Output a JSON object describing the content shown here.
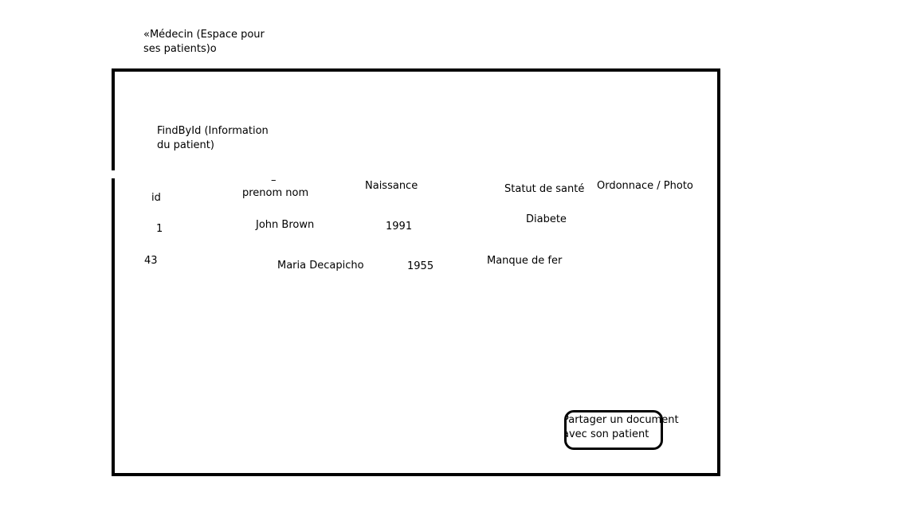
{
  "page": {
    "caption_line1": "«Médecin (Espace pour",
    "caption_line2": "ses patients)o"
  },
  "panel": {
    "title_line1": "FindById (Information",
    "title_line2": "du patient)"
  },
  "table": {
    "headers": {
      "id": "id",
      "name_mark": "–",
      "name": "prenom nom",
      "birth": "Naissance",
      "health": "Statut de santé",
      "prescription": "Ordonnace / Photo"
    },
    "rows": [
      {
        "id": "1",
        "name": "John Brown",
        "birth": "1991",
        "health": "Diabete"
      },
      {
        "id": "43",
        "name": "Maria Decapicho",
        "birth": "1955",
        "health": "Manque de fer"
      }
    ]
  },
  "share_button": {
    "label_line1": "Partager un document",
    "label_line2": "avec son patient"
  }
}
